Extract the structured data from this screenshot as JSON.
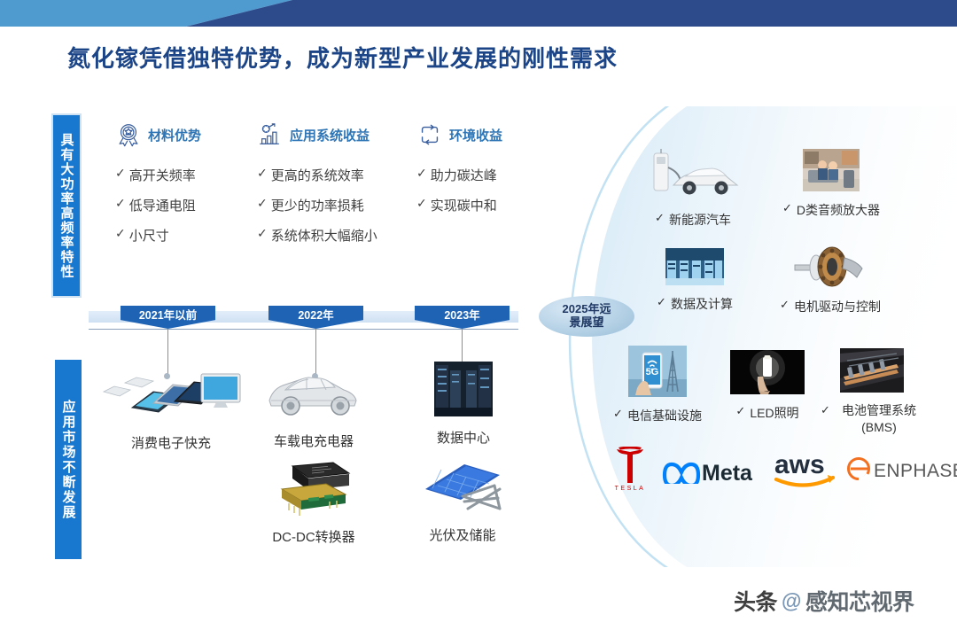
{
  "banner": {
    "light_color": "#4f9bd0",
    "dark_color": "#2d4a8a"
  },
  "title": "氮化镓凭借独特优势，成为新型产业发展的刚性需求",
  "sidebars": {
    "top_label": "具有大功率高频率特性",
    "bottom_label": "应用市场不断发展"
  },
  "benefits": [
    {
      "icon": "medal-badge-icon",
      "heading": "材料优势",
      "items": [
        "高开关频率",
        "低导通电阻",
        "小尺寸"
      ]
    },
    {
      "icon": "growth-chart-icon",
      "heading": "应用系统收益",
      "items": [
        "更高的系统效率",
        "更少的功率损耗",
        "系统体积大幅缩小"
      ]
    },
    {
      "icon": "recycle-cycle-icon",
      "heading": "环境收益",
      "items": [
        "助力碳达峰",
        "实现碳中和"
      ]
    }
  ],
  "timeline": {
    "nodes": [
      "2021年以前",
      "2022年",
      "2023年"
    ],
    "cards": [
      {
        "caption": "消费电子快充",
        "thumb": "consumer-devices-thumb"
      },
      {
        "caption": "车载电充电器",
        "thumb": "car-thumb"
      },
      {
        "caption": "数据中心",
        "thumb": "datacenter-thumb"
      },
      {
        "caption": "DC-DC转换器",
        "thumb": "dcdc-module-thumb"
      },
      {
        "caption": "光伏及储能",
        "thumb": "solar-panel-thumb"
      }
    ]
  },
  "vision": {
    "badge": "2025年远景展望",
    "badge_line1": "2025年远",
    "badge_line2": "景展望",
    "items": [
      {
        "label": "新能源汽车",
        "thumb": "ev-charging-thumb"
      },
      {
        "label": "D类音频放大器",
        "thumb": "living-room-audio-thumb"
      },
      {
        "label": "数据及计算",
        "thumb": "server-racks-thumb"
      },
      {
        "label": "电机驱动与控制",
        "thumb": "motor-rotor-thumb"
      },
      {
        "label": "电信基础设施",
        "thumb": "5g-tower-thumb"
      },
      {
        "label": "LED照明",
        "thumb": "led-lamp-thumb"
      },
      {
        "label": "电池管理系统 (BMS)",
        "thumb": "battery-pack-thumb"
      }
    ],
    "check_mark": "✓"
  },
  "logos": [
    {
      "name": "tesla-logo",
      "text": "TESLA",
      "color": "#cc0000"
    },
    {
      "name": "meta-logo",
      "text": "Meta",
      "color": "#0081fb"
    },
    {
      "name": "aws-logo",
      "text": "aws",
      "color": "#232f3e",
      "accent": "#ff9900"
    },
    {
      "name": "enphase-logo",
      "text": "ENPHASE.",
      "color": "#595959",
      "accent": "#f37021"
    }
  ],
  "watermark": {
    "prefix": "头条",
    "at": "@",
    "suffix": "感知芯视界"
  }
}
